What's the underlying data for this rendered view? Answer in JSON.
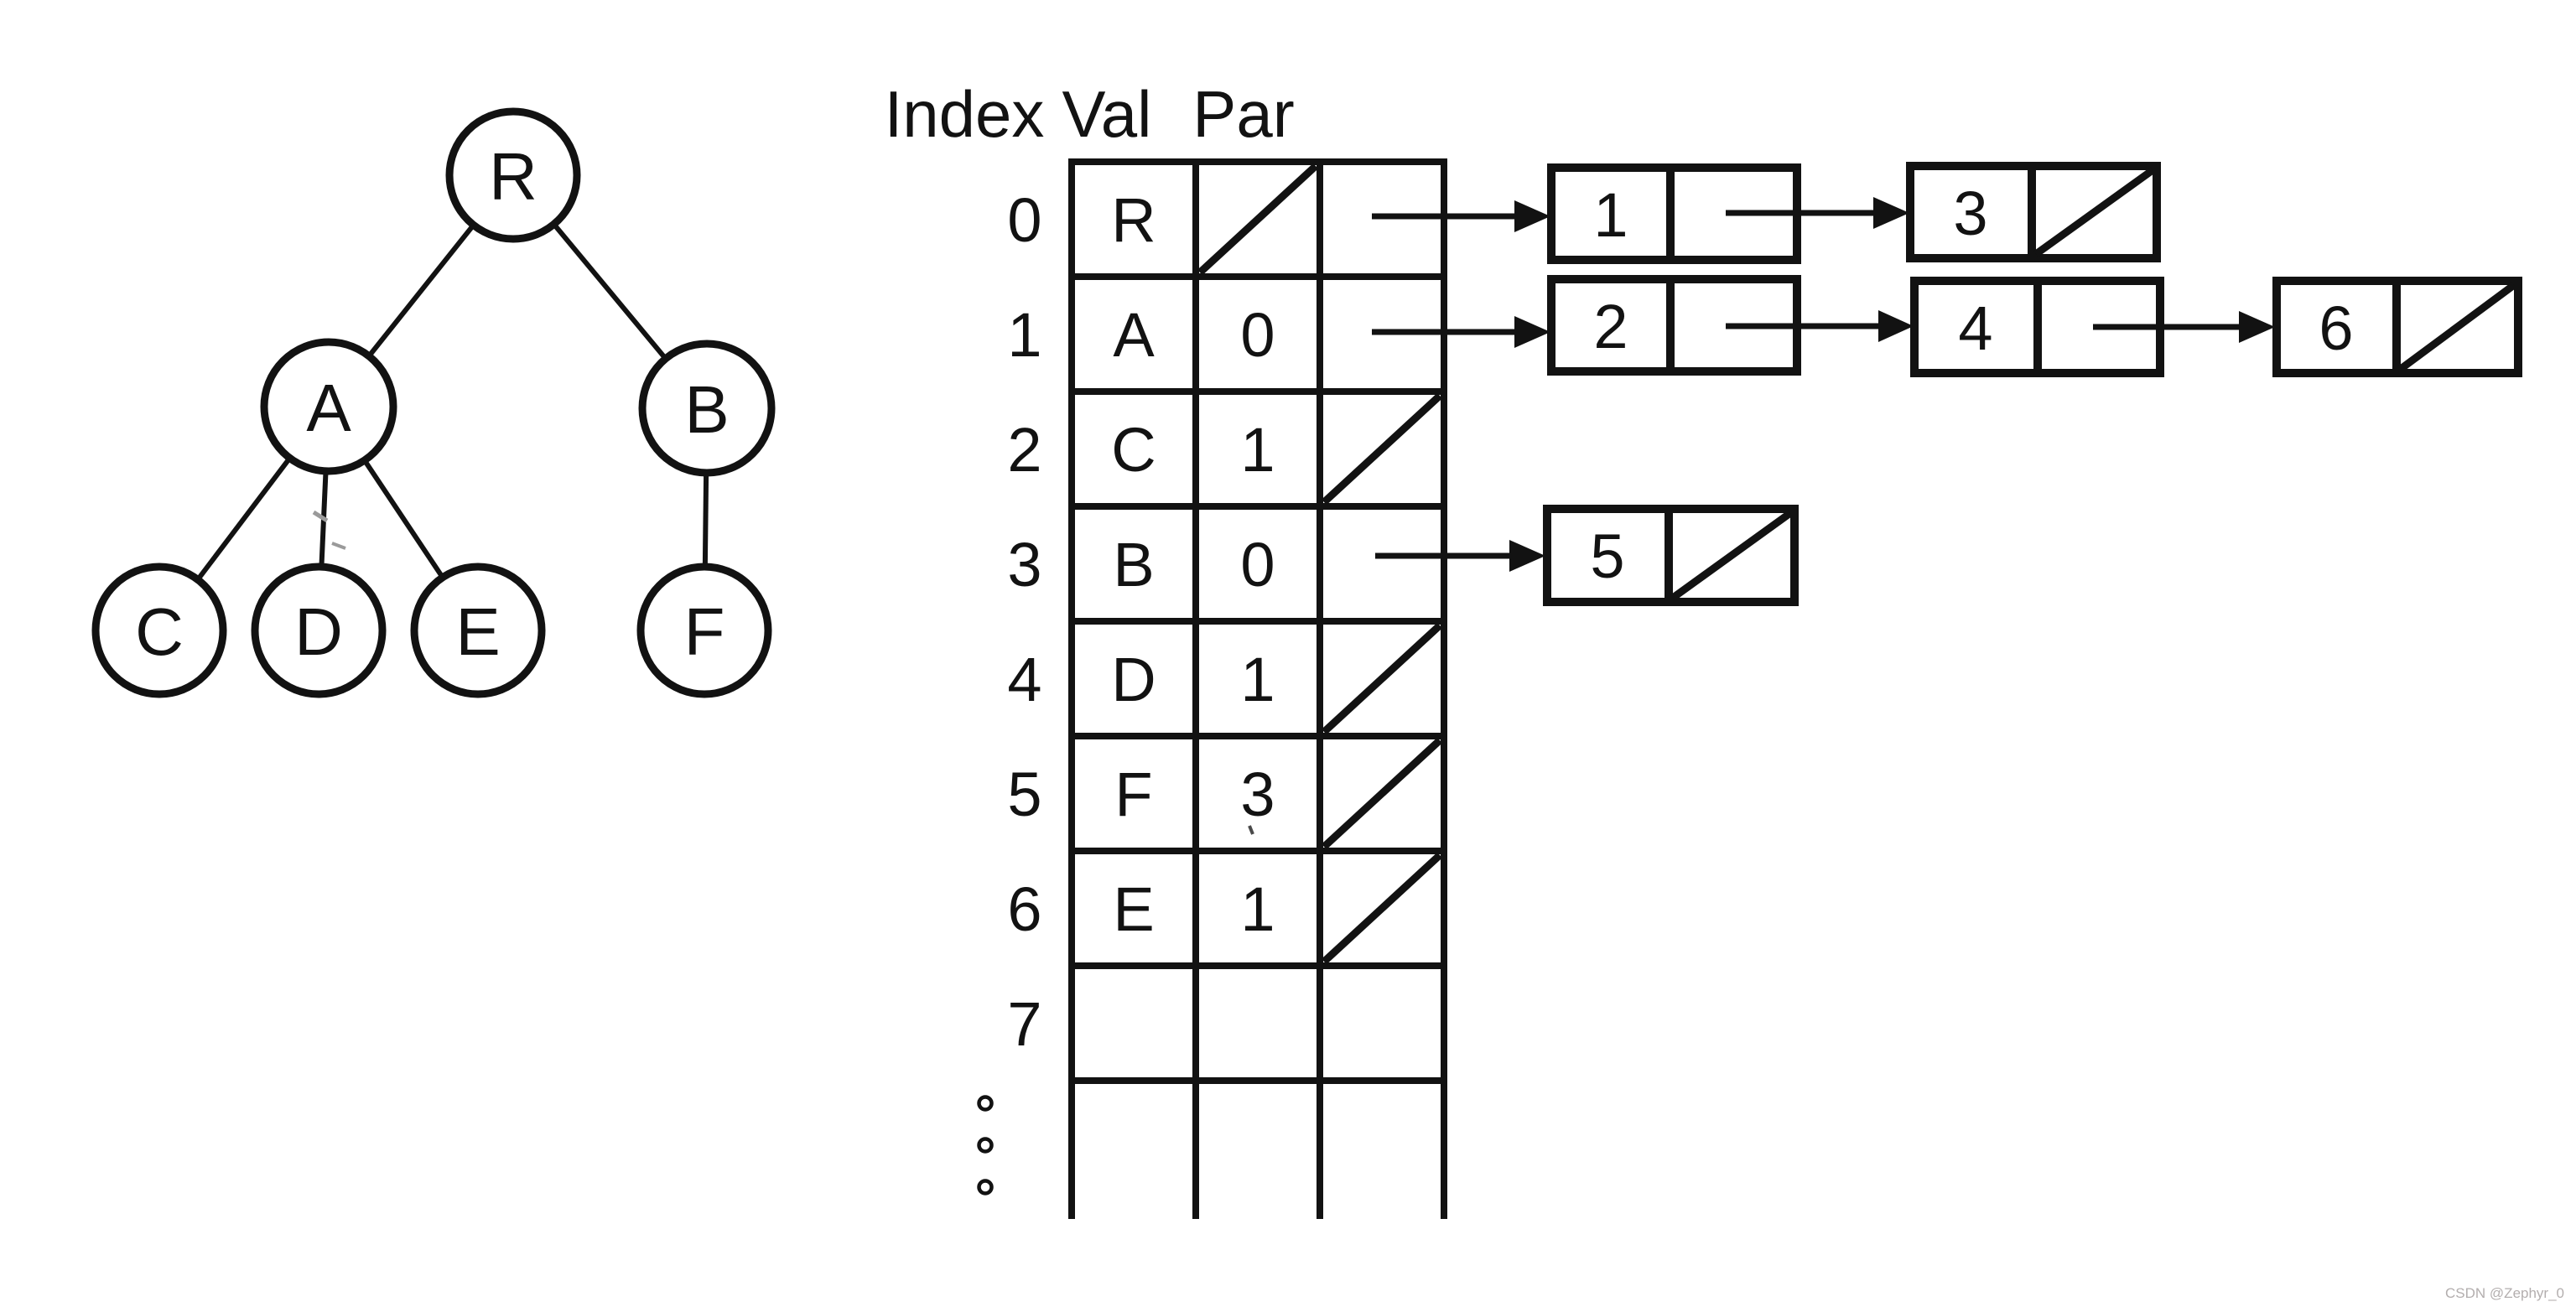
{
  "colors": {
    "ink": "#121212",
    "background": "#ffffff",
    "watermark": "#b3aeae"
  },
  "watermark": "CSDN @Zephyr_0",
  "tree": {
    "nodes": [
      {
        "id": "R",
        "label": "R",
        "parent": null
      },
      {
        "id": "A",
        "label": "A",
        "parent": "R"
      },
      {
        "id": "B",
        "label": "B",
        "parent": "R"
      },
      {
        "id": "C",
        "label": "C",
        "parent": "A"
      },
      {
        "id": "D",
        "label": "D",
        "parent": "A"
      },
      {
        "id": "E",
        "label": "E",
        "parent": "A"
      },
      {
        "id": "F",
        "label": "F",
        "parent": "B"
      }
    ],
    "edges": [
      "R-A",
      "R-B",
      "A-C",
      "A-D",
      "A-E",
      "B-F"
    ]
  },
  "table": {
    "headers": [
      "Index",
      "Val",
      "Par"
    ],
    "rows": [
      {
        "index": "0",
        "val": "R",
        "par": "",
        "par_is_null": true,
        "children_list": [
          "1",
          "3"
        ]
      },
      {
        "index": "1",
        "val": "A",
        "par": "0",
        "par_is_null": false,
        "children_list": [
          "2",
          "4",
          "6"
        ]
      },
      {
        "index": "2",
        "val": "C",
        "par": "1",
        "par_is_null": false,
        "children_list": []
      },
      {
        "index": "3",
        "val": "B",
        "par": "0",
        "par_is_null": false,
        "children_list": [
          "5"
        ]
      },
      {
        "index": "4",
        "val": "D",
        "par": "1",
        "par_is_null": false,
        "children_list": []
      },
      {
        "index": "5",
        "val": "F",
        "par": "3",
        "par_is_null": false,
        "children_list": []
      },
      {
        "index": "6",
        "val": "E",
        "par": "1",
        "par_is_null": false,
        "children_list": []
      },
      {
        "index": "7",
        "val": "",
        "par": "",
        "par_is_null": false,
        "children_list": []
      }
    ],
    "continuation_dots": 3
  },
  "linked_lists": {
    "row0": {
      "nodes": [
        {
          "value": "1",
          "next_null": false
        },
        {
          "value": "3",
          "next_null": true
        }
      ]
    },
    "row1": {
      "nodes": [
        {
          "value": "2",
          "next_null": false
        },
        {
          "value": "4",
          "next_null": false
        },
        {
          "value": "6",
          "next_null": true
        }
      ]
    },
    "row3": {
      "nodes": [
        {
          "value": "5",
          "next_null": true
        }
      ]
    }
  }
}
